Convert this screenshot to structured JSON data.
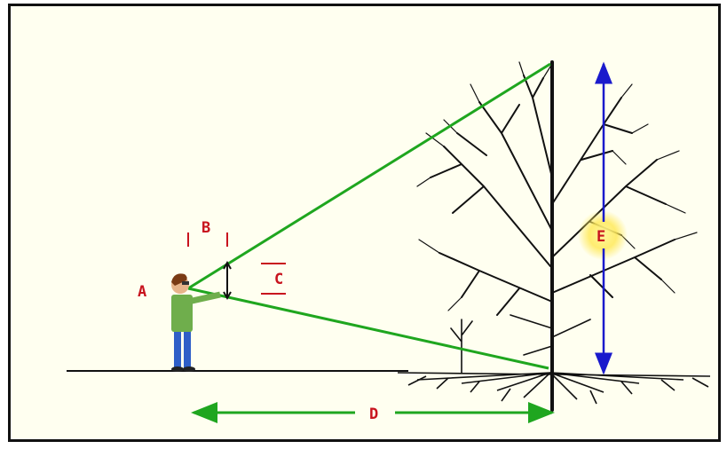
{
  "labels": {
    "a": "A",
    "b": "B",
    "c": "C",
    "d": "D",
    "e": "E"
  },
  "colors": {
    "background": "#fffff0",
    "sight_lines": "#1fa61f",
    "label_red": "#c8141e",
    "height_arrow": "#1a1acc",
    "ground": "#111111",
    "highlight": "#ffe95a"
  }
}
